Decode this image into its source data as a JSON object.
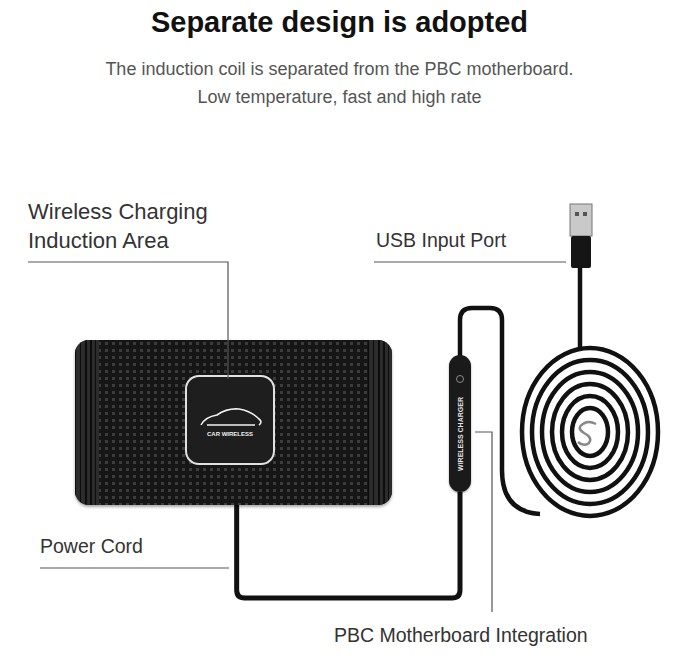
{
  "diagram": {
    "title": "Separate design is adopted",
    "nodes": [
      {
        "text": [
          "CAR WIRELESS"
        ]
      },
      {
        "text": [
          "WIRELESS CHARGER"
        ]
      }
    ],
    "edges": [
      {
        "from": 0,
        "to": 1,
        "arrow": "none"
      }
    ],
    "labels": [
      "The induction coil is separated from the PBC motherboard.",
      "Low temperature, fast and high rate",
      "Wireless Charging Induction Area",
      "USB Input Port",
      "Power Cord",
      "PBC Motherboard Integration"
    ]
  }
}
